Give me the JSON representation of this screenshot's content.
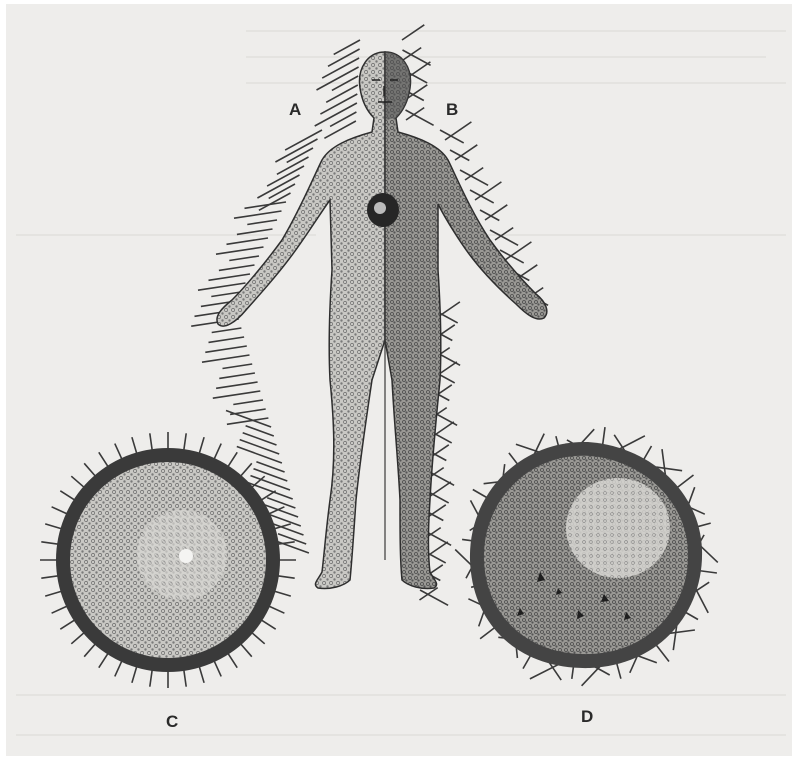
{
  "figure": {
    "labels": {
      "a": "A",
      "b": "B",
      "c": "C",
      "d": "D"
    }
  },
  "colors": {
    "paper": "#eeedeb",
    "ink": "#2a2a2a",
    "stipple": "#6b6b6b",
    "dark_aura": "#3e3e3e"
  }
}
